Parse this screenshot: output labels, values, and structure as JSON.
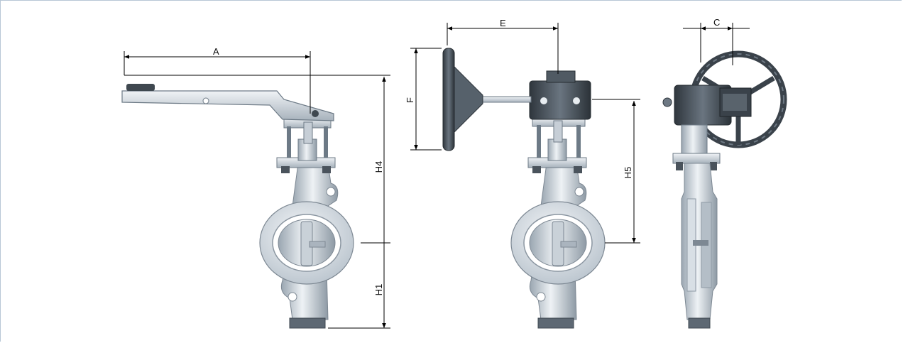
{
  "views": {
    "lever": {
      "dimensions": {
        "A": "A",
        "H4": "H4",
        "H1": "H1"
      }
    },
    "gear": {
      "dimensions": {
        "E": "E",
        "F": "F",
        "H5": "H5"
      }
    },
    "side": {
      "dimensions": {
        "C": "C"
      }
    }
  },
  "colors": {
    "metal_light": "#dfe5ea",
    "metal_mid": "#b9c3cc",
    "metal_dark": "#6d7a86",
    "actuator": "#3f4850",
    "frame_border": "#b7c7d6"
  }
}
